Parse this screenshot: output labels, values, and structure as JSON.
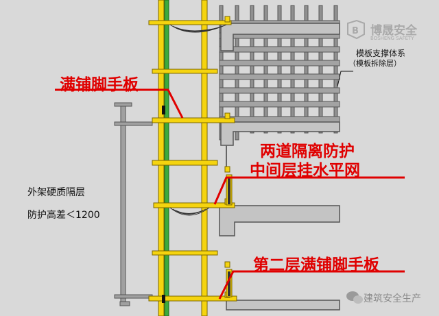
{
  "labels": {
    "full_plank": "满铺脚手板",
    "formwork_system": "模板支撑体系",
    "formwork_removed": "（模板拆除层）",
    "two_protection": "两道隔离防护",
    "middle_net": "中间层挂水平网",
    "isolation_layer": "外架硬质隔层",
    "height_diff": "防护高差＜1200",
    "second_plank": "第二层满铺脚手板"
  },
  "watermark": {
    "top_brand_cn": "博晟安全",
    "top_brand_en": "BOSHENG SAFETY",
    "bottom": "建筑安全生产"
  },
  "colors": {
    "scaffold_yellow": "#f5d40f",
    "net_green": "#3daa3d",
    "accent_red": "#e00000",
    "steel_gray": "#8c8c8c",
    "background": "#d9d9d9"
  }
}
